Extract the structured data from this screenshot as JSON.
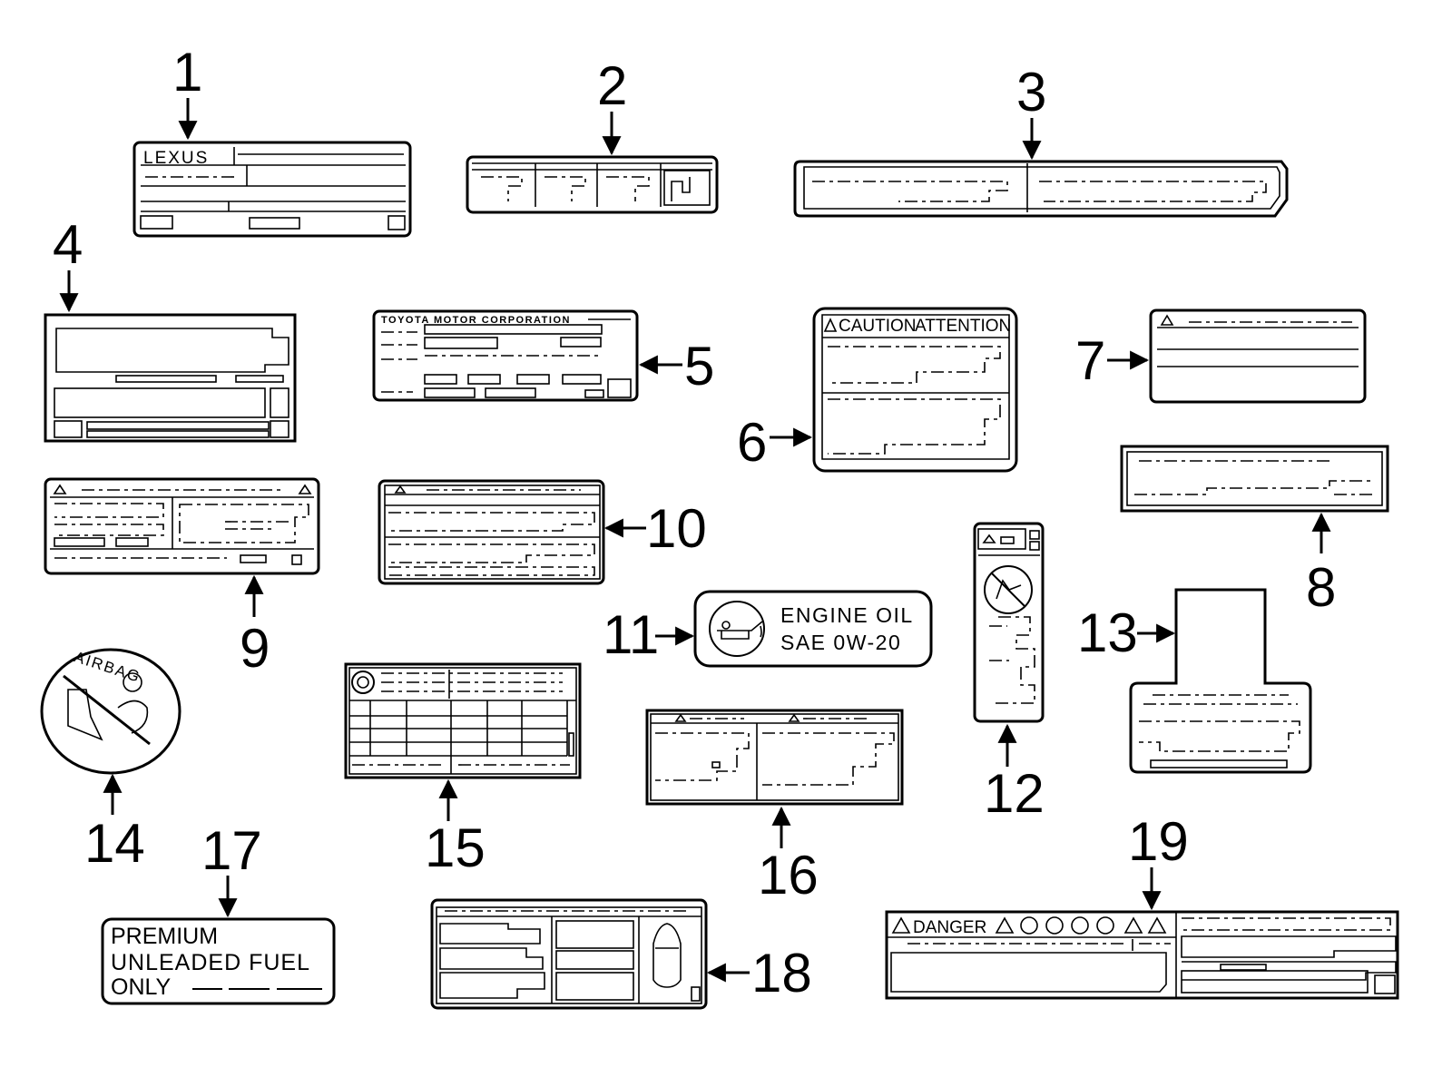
{
  "callouts": [
    "1",
    "2",
    "3",
    "4",
    "5",
    "6",
    "7",
    "8",
    "9",
    "10",
    "11",
    "12",
    "13",
    "14",
    "15",
    "16",
    "17",
    "18",
    "19"
  ],
  "labels": {
    "lexus": "LEXUS",
    "toyota": "TOYOTA MOTOR CORPORATION",
    "caution": "CAUTION",
    "attention": "ATTENTION",
    "engine_oil_line1": "ENGINE OIL",
    "engine_oil_line2": "SAE 0W-20",
    "airbag": "AIRBAG",
    "fuel_line1": "PREMIUM",
    "fuel_line2": "UNLEADED FUEL",
    "fuel_line3": "ONLY",
    "danger": "DANGER"
  }
}
